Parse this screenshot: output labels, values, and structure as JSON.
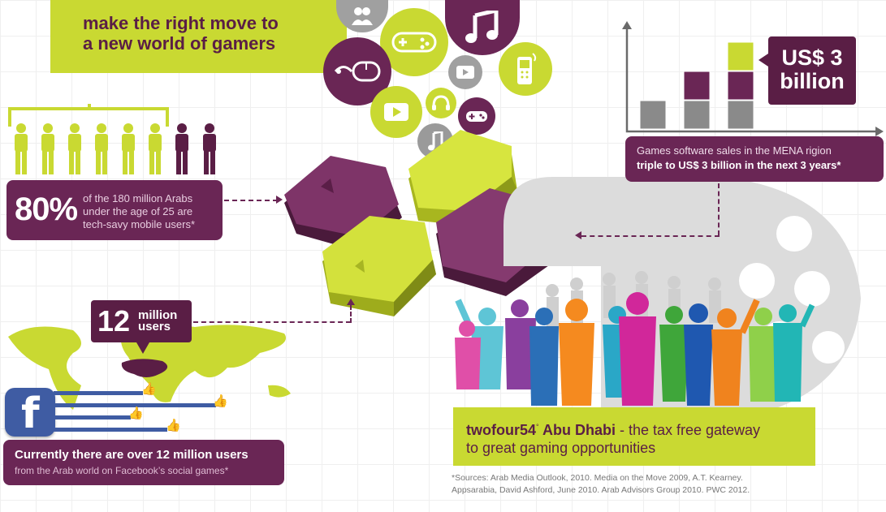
{
  "headline": {
    "line1": "make the right move to",
    "line2": "a new world of gamers"
  },
  "stat_80": {
    "big": "80%",
    "line1": "of the 180 million Arabs",
    "line2": "under the age of 25 are",
    "line3": "tech-savy mobile users*"
  },
  "stat_12m": {
    "number": "12",
    "unit1": "million",
    "unit2": "users"
  },
  "facebook": {
    "logo": "f",
    "line1": "Currently there are over 12 million users",
    "line2": "from the Arab world on Facebook’s social games*"
  },
  "sales_chart": {
    "callout1": "US$ 3",
    "callout2": "billion",
    "caption1": "Games software sales in the MENA rigion",
    "caption2": "triple to US$ 3 billion in the next 3 years*"
  },
  "chart_data": {
    "type": "bar",
    "categories": [
      "",
      "",
      ""
    ],
    "values": [
      1,
      2,
      3
    ],
    "title": "",
    "xlabel": "",
    "ylabel": ""
  },
  "tagline": {
    "brand": "twofour54",
    "brand_sup": "°",
    "place": " Abu Dhabi",
    "rest1": " - the tax free gateway",
    "rest2": "to great gaming opportunities"
  },
  "sources": {
    "line1": "*Sources: Arab Media Outlook, 2010. Media on the Move 2009, A.T. Kearney.",
    "line2": "Appsarabia, David Ashford, June 2010. Arab Advisors Group 2010. PWC 2012."
  },
  "icons": [
    "people-icon",
    "music-note-icon",
    "gamepad-icon",
    "mouse-icon",
    "mobile-phone-icon",
    "play-icon",
    "headphones-icon",
    "facebook-icon",
    "like-icon"
  ],
  "colors": {
    "lime": "#c9d932",
    "plum": "#6a2655",
    "grey": "#8a8a8a",
    "facebook_blue": "#3f5ca3"
  }
}
